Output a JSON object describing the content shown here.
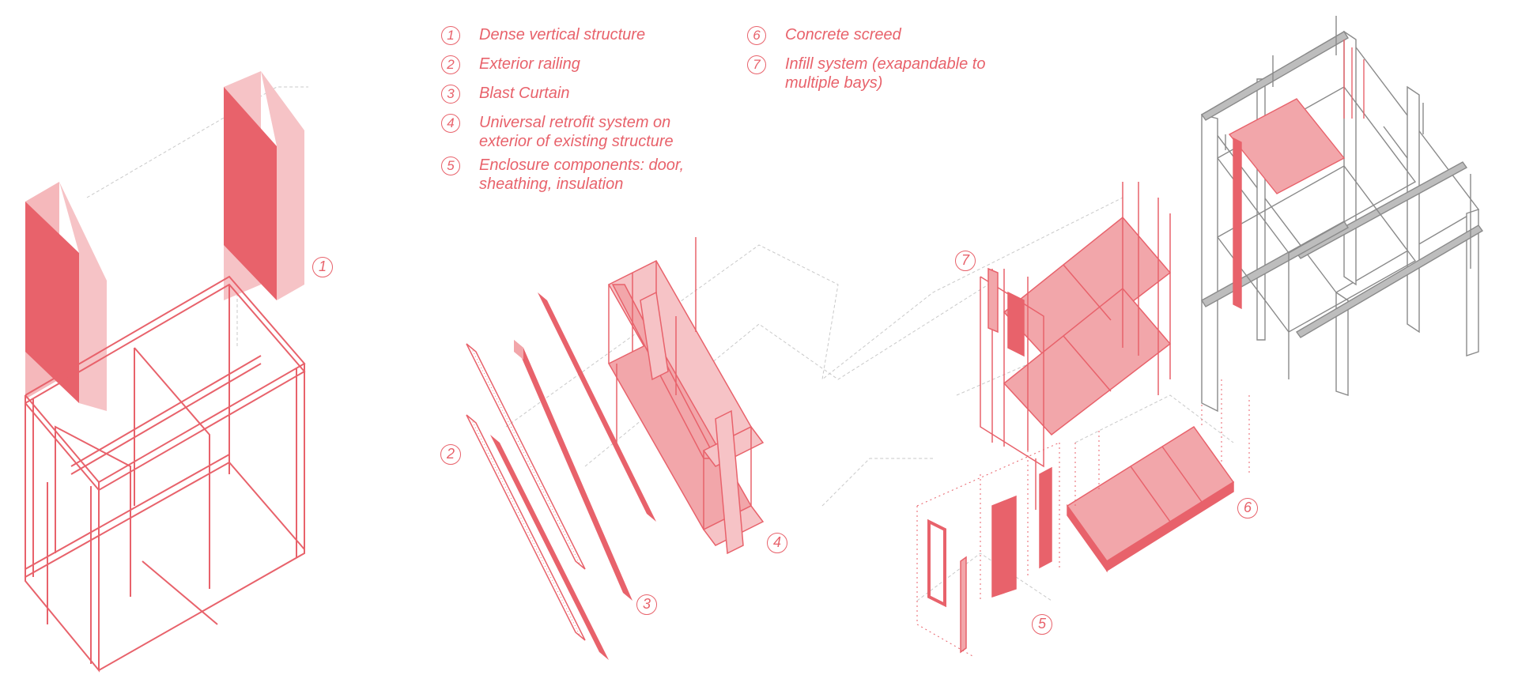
{
  "colors": {
    "accent": "#e8626b",
    "fill_dark": "#e8626b",
    "fill_light": "#f2a6aa",
    "grey": "#9a9a9a"
  },
  "legend": [
    {
      "n": "1",
      "lines": [
        "Dense vertical structure"
      ]
    },
    {
      "n": "2",
      "lines": [
        "Exterior railing"
      ]
    },
    {
      "n": "3",
      "lines": [
        "Blast Curtain"
      ]
    },
    {
      "n": "4",
      "lines": [
        "Universal retrofit system on",
        "exterior of existing structure"
      ]
    },
    {
      "n": "5",
      "lines": [
        "Enclosure components: door,",
        "sheathing, insulation"
      ]
    },
    {
      "n": "6",
      "lines": [
        "Concrete screed"
      ]
    },
    {
      "n": "7",
      "lines": [
        "Infill system (exapandable to",
        "multiple bays)"
      ]
    }
  ],
  "callouts": {
    "c1": "1",
    "c2": "2",
    "c3": "3",
    "c4": "4",
    "c5": "5",
    "c6": "6",
    "c7": "7"
  }
}
